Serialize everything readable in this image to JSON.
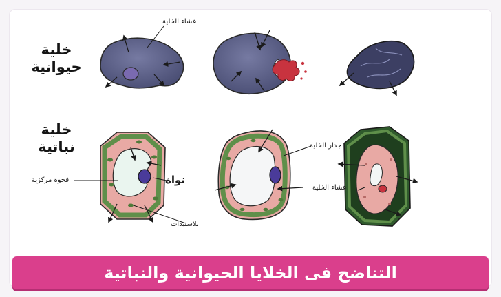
{
  "title": "التناضح فى الخلايا الحيوانية والنباتية",
  "rows": {
    "animal": {
      "line1": "خلية",
      "line2": "حيوانية"
    },
    "plant": {
      "line1": "خلية",
      "line2": "نباتية"
    }
  },
  "labels": {
    "membrane_animal": "غشاء الخلية",
    "cell_wall": "جدار الخلية",
    "membrane_plant": "غشاء الخلية",
    "nucleus": "نواة",
    "central_vacuole": "فجوة مركزية",
    "plastids": "بلاستيدات"
  },
  "colors": {
    "banner": "#da3f8c",
    "animal_cell": "#5b5f86",
    "cell_wall": "#5f8f4a",
    "cytoplasm": "#e8a9a4",
    "vacuole": "#eaf5ef",
    "nucleus": "#4a3b9a",
    "burst": "#c8333f"
  }
}
